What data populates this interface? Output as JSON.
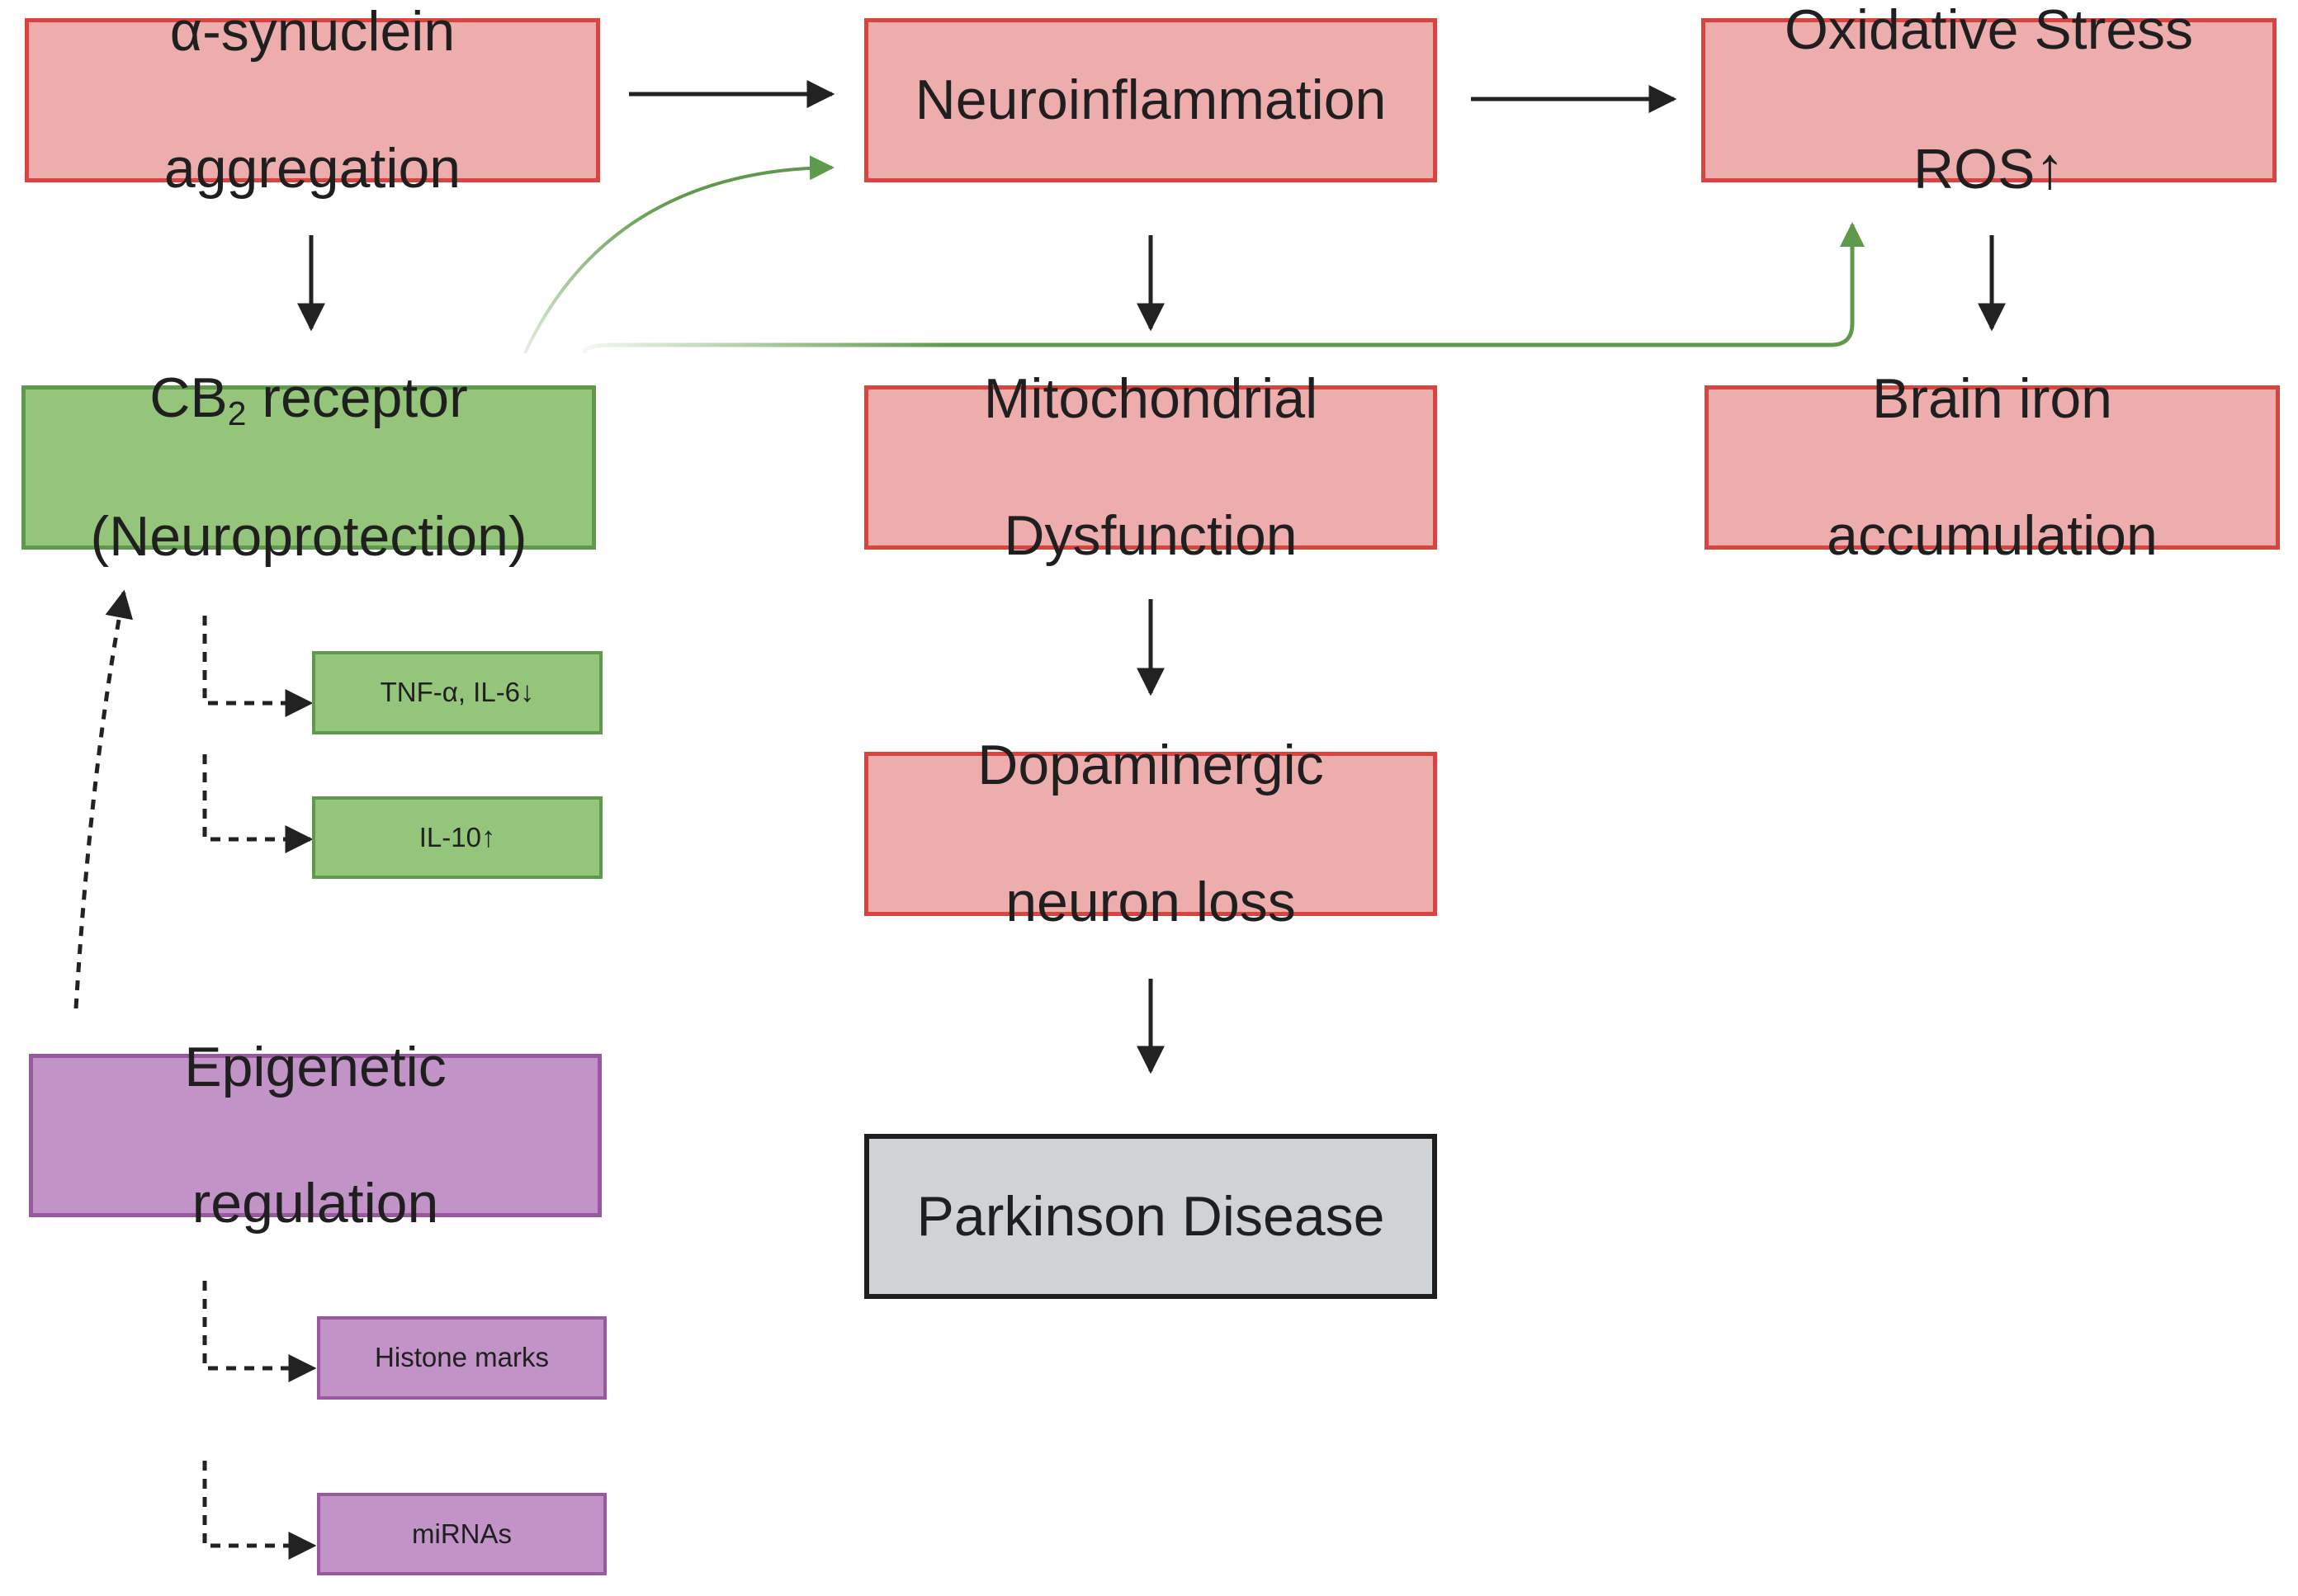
{
  "diagram": {
    "nodes": {
      "asyn": {
        "line1": "α-synuclein",
        "line2": "aggregation"
      },
      "neuroinflammation": {
        "line1": "Neuroinflammation"
      },
      "oxidative": {
        "line1": "Oxidative Stress",
        "line2": "ROS",
        "arrow": "↑"
      },
      "cb2": {
        "main": "CB",
        "sub": "2",
        "rest": " receptor",
        "line2": "(Neuroprotection)"
      },
      "mito": {
        "line1": "Mitochondrial",
        "line2": "Dysfunction"
      },
      "iron": {
        "line1": "Brain iron",
        "line2": "accumulation"
      },
      "tnf": {
        "line1": "TNF-α, IL-6",
        "arrow": "↓"
      },
      "il10": {
        "line1": "IL-10",
        "arrow": "↑"
      },
      "dopa": {
        "line1": "Dopaminergic",
        "line2": "neuron loss"
      },
      "epi": {
        "line1": "Epigenetic",
        "line2": "regulation"
      },
      "parkinson": {
        "line1": "Parkinson Disease"
      },
      "histone": {
        "line1": "Histone marks"
      },
      "mirna": {
        "line1": "miRNAs"
      }
    },
    "colors": {
      "pathology_fill": "#eeadad",
      "pathology_border": "#d9443f",
      "protective_fill": "#95c57a",
      "protective_border": "#5f9a4c",
      "epigenetic_fill": "#c293c7",
      "epigenetic_border": "#9a58a0",
      "outcome_fill": "#d0d3d6",
      "arrow_dark": "#222222",
      "arrow_green": "#5f9a4c"
    }
  }
}
